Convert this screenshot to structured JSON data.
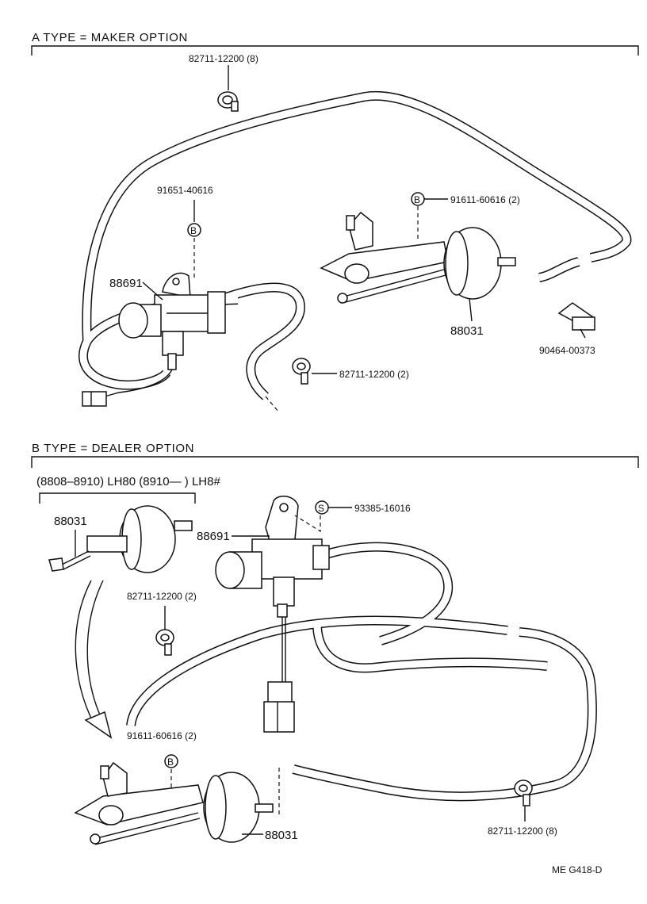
{
  "sections": {
    "a_title": "A  TYPE = MAKER  OPTION",
    "b_title": "B  TYPE = DEALER  OPTION"
  },
  "section_a": {
    "clamp_top": "82711-12200 (8)",
    "bolt_left": "91651-40616",
    "bolt_left_marker": "B",
    "bolt_right": "91611-60616 (2)",
    "bolt_right_marker": "B",
    "vsv": "88691",
    "actuator": "88031",
    "hose_joint": "90464-00373",
    "clamp_mid": "82711-12200 (2)"
  },
  "section_b": {
    "applicability": "(8808–8910)  LH80  (8910—       )  LH8#",
    "actuator_top": "88031",
    "clamp_upper": "82711-12200 (2)",
    "vsv": "88691",
    "screw": "93385-16016",
    "screw_marker": "S",
    "bolt": "91611-60616 (2)",
    "bolt_marker": "B",
    "actuator_bottom": "88031",
    "clamp_lower": "82711-12200 (8)"
  },
  "footer": {
    "code": "ME  G418-D"
  }
}
